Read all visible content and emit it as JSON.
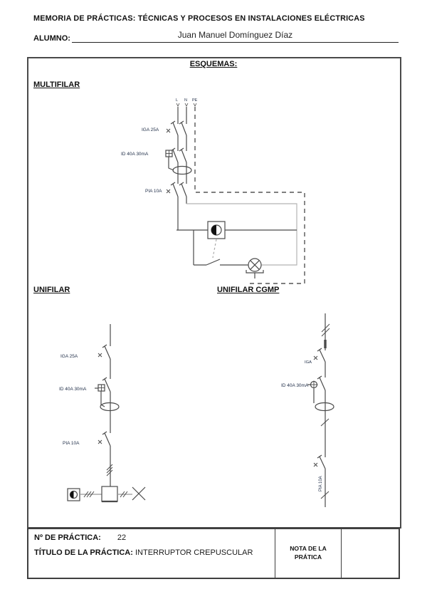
{
  "header": {
    "title": "MEMORIA DE PRÁCTICAS: TÉCNICAS Y PROCESOS EN INSTALACIONES ELÉCTRICAS",
    "student_label": "ALUMNO:",
    "student_name": "Juan Manuel Domínguez Díaz"
  },
  "schematics": {
    "section_title": "ESQUEMAS:",
    "multifilar": {
      "heading": "MULTIFILAR",
      "phase_labels": [
        "L",
        "N",
        "PE"
      ],
      "labels": {
        "iga": "IGA 25A",
        "id": "ID 40A 30mA",
        "pia": "PIA 10A"
      }
    },
    "unifilar": {
      "heading": "UNIFILAR",
      "labels": {
        "iga": "IGA 25A",
        "id": "ID 40A 30mA",
        "pia": "PIA 10A"
      }
    },
    "unifilar_cgmp": {
      "heading": "UNIFILAR CGMP",
      "labels": {
        "iga": "IGA",
        "id": "ID 40A 30mA",
        "pia": "PIA 10A"
      }
    }
  },
  "footer_table": {
    "practice_number_label": "Nº DE PRÁCTICA:",
    "practice_number": "22",
    "practice_title_label": "TÍTULO DE LA PRÁCTICA:",
    "practice_title": "INTERRUPTOR CREPUSCULAR",
    "grade_label": "NOTA DE LA PRÁTICA"
  },
  "colors": {
    "ink": "#1a1a1a",
    "wire": "#4a4a4a",
    "wire_light": "#b5b5b5",
    "dashed_pe": "#555555",
    "dashed_control": "#aaaaaa",
    "label_text": "#22304a"
  }
}
